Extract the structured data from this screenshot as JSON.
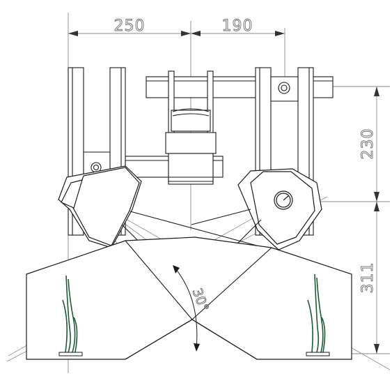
{
  "dimensions": {
    "top_left": "250",
    "top_right": "190",
    "right_upper": "230",
    "right_lower": "311"
  },
  "angle_label": "30°",
  "colors": {
    "line": "#1a1a1a",
    "dimension": "#8a8a8a",
    "plant": "#1e5a32"
  }
}
